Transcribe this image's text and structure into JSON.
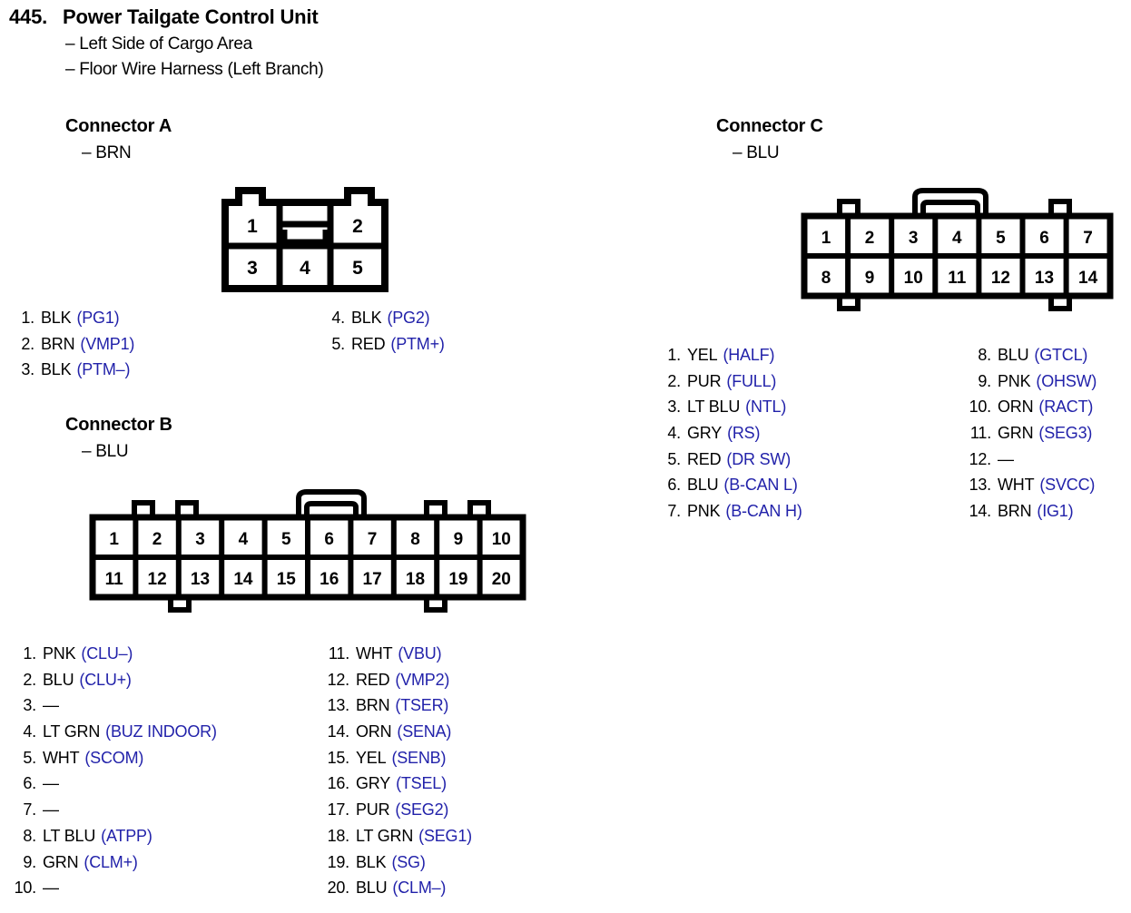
{
  "header": {
    "number": "445.",
    "title": "Power Tailgate Control Unit",
    "location": "– Left Side of Cargo Area",
    "harness": "– Floor Wire Harness (Left Branch)"
  },
  "connectors": [
    {
      "id": "a",
      "title": "Connector A",
      "color_label": "– BRN",
      "pin_count": 5,
      "layout": "5-pin-two-row",
      "cells_top": [
        "1",
        "2"
      ],
      "cells_bottom": [
        "3",
        "4",
        "5"
      ],
      "pins": [
        {
          "n": "1.",
          "wire": "BLK",
          "signal": "(PG1)"
        },
        {
          "n": "2.",
          "wire": "BRN",
          "signal": "(VMP1)"
        },
        {
          "n": "3.",
          "wire": "BLK",
          "signal": "(PTM–)"
        },
        {
          "n": "4.",
          "wire": "BLK",
          "signal": "(PG2)"
        },
        {
          "n": "5.",
          "wire": "RED",
          "signal": "(PTM+)"
        }
      ]
    },
    {
      "id": "b",
      "title": "Connector B",
      "color_label": "– BLU",
      "pin_count": 20,
      "layout": "2x10",
      "cells_top": [
        "1",
        "2",
        "3",
        "4",
        "5",
        "6",
        "7",
        "8",
        "9",
        "10"
      ],
      "cells_bottom": [
        "11",
        "12",
        "13",
        "14",
        "15",
        "16",
        "17",
        "18",
        "19",
        "20"
      ],
      "pins": [
        {
          "n": "1.",
          "wire": "PNK",
          "signal": "(CLU–)"
        },
        {
          "n": "2.",
          "wire": "BLU",
          "signal": "(CLU+)"
        },
        {
          "n": "3.",
          "wire": "—",
          "signal": ""
        },
        {
          "n": "4.",
          "wire": "LT GRN",
          "signal": "(BUZ INDOOR)"
        },
        {
          "n": "5.",
          "wire": "WHT",
          "signal": "(SCOM)"
        },
        {
          "n": "6.",
          "wire": "—",
          "signal": ""
        },
        {
          "n": "7.",
          "wire": "—",
          "signal": ""
        },
        {
          "n": "8.",
          "wire": "LT BLU",
          "signal": "(ATPP)"
        },
        {
          "n": "9.",
          "wire": "GRN",
          "signal": "(CLM+)"
        },
        {
          "n": "10.",
          "wire": "—",
          "signal": ""
        },
        {
          "n": "11.",
          "wire": "WHT",
          "signal": "(VBU)"
        },
        {
          "n": "12.",
          "wire": "RED",
          "signal": "(VMP2)"
        },
        {
          "n": "13.",
          "wire": "BRN",
          "signal": "(TSER)"
        },
        {
          "n": "14.",
          "wire": "ORN",
          "signal": "(SENA)"
        },
        {
          "n": "15.",
          "wire": "YEL",
          "signal": "(SENB)"
        },
        {
          "n": "16.",
          "wire": "GRY",
          "signal": "(TSEL)"
        },
        {
          "n": "17.",
          "wire": "PUR",
          "signal": "(SEG2)"
        },
        {
          "n": "18.",
          "wire": "LT GRN",
          "signal": "(SEG1)"
        },
        {
          "n": "19.",
          "wire": "BLK",
          "signal": "(SG)"
        },
        {
          "n": "20.",
          "wire": "BLU",
          "signal": "(CLM–)"
        }
      ]
    },
    {
      "id": "c",
      "title": "Connector C",
      "color_label": "– BLU",
      "pin_count": 14,
      "layout": "2x7",
      "cells_top": [
        "1",
        "2",
        "3",
        "4",
        "5",
        "6",
        "7"
      ],
      "cells_bottom": [
        "8",
        "9",
        "10",
        "11",
        "12",
        "13",
        "14"
      ],
      "pins": [
        {
          "n": "1.",
          "wire": "YEL",
          "signal": "(HALF)"
        },
        {
          "n": "2.",
          "wire": "PUR",
          "signal": "(FULL)"
        },
        {
          "n": "3.",
          "wire": "LT BLU",
          "signal": "(NTL)"
        },
        {
          "n": "4.",
          "wire": "GRY",
          "signal": "(RS)"
        },
        {
          "n": "5.",
          "wire": "RED",
          "signal": "(DR SW)"
        },
        {
          "n": "6.",
          "wire": "BLU",
          "signal": "(B-CAN L)"
        },
        {
          "n": "7.",
          "wire": "PNK",
          "signal": "(B-CAN H)"
        },
        {
          "n": "8.",
          "wire": "BLU",
          "signal": "(GTCL)"
        },
        {
          "n": "9.",
          "wire": "PNK",
          "signal": "(OHSW)"
        },
        {
          "n": "10.",
          "wire": "ORN",
          "signal": "(RACT)"
        },
        {
          "n": "11.",
          "wire": "GRN",
          "signal": "(SEG3)"
        },
        {
          "n": "12.",
          "wire": "—",
          "signal": ""
        },
        {
          "n": "13.",
          "wire": "WHT",
          "signal": "(SVCC)"
        },
        {
          "n": "14.",
          "wire": "BRN",
          "signal": "(IG1)"
        }
      ]
    }
  ],
  "colors": {
    "signal_blue": "#2222aa",
    "ink_black": "#000000",
    "page_background": "#ffffff"
  }
}
